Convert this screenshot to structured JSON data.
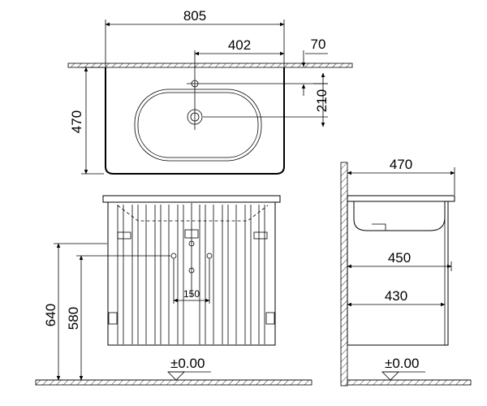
{
  "top_view": {
    "width": "805",
    "tap_offset": "402",
    "rim_offset": "70",
    "depth": "470",
    "drain_offset": "210"
  },
  "front_view": {
    "fixing_spacing": "150",
    "height_total": "640",
    "height_fixing": "580",
    "floor_level": "±0.00"
  },
  "side_view": {
    "depth_top": "470",
    "depth_cabinet": "450",
    "depth_inner": "430",
    "floor_level": "±0.00"
  }
}
